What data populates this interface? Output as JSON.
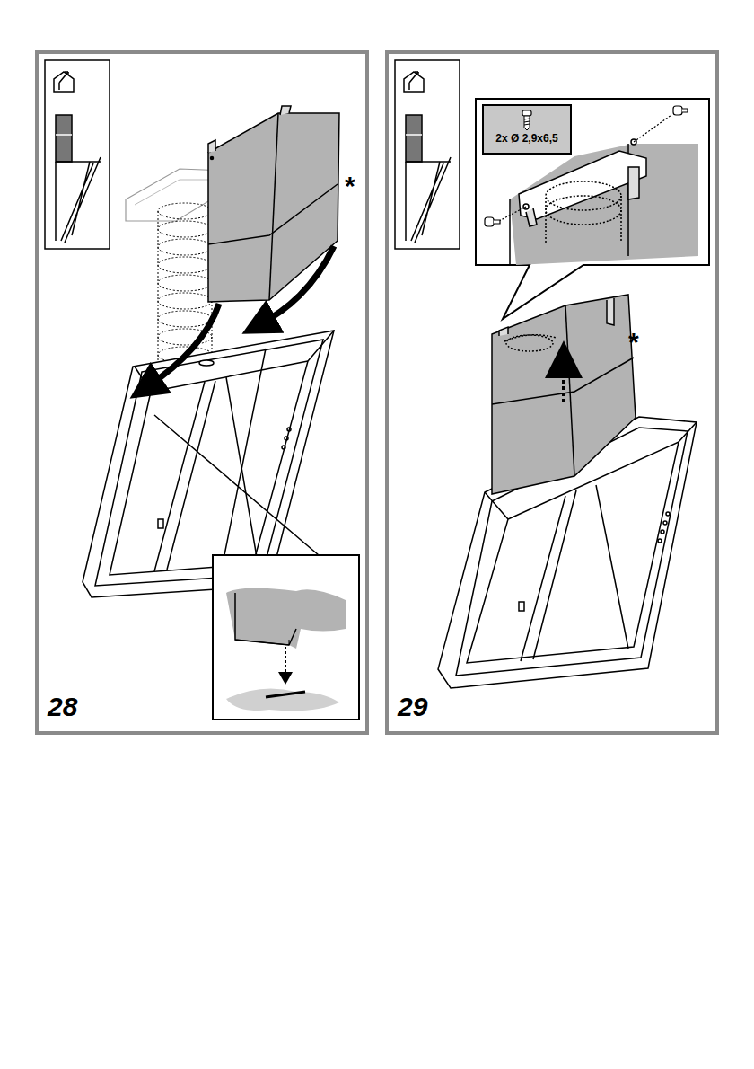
{
  "diagram": {
    "nodes": [
      {
        "text": [
          "2x Ø 2,9x6,5"
        ]
      }
    ],
    "labels": [
      "28",
      "*",
      "29",
      "*"
    ]
  }
}
